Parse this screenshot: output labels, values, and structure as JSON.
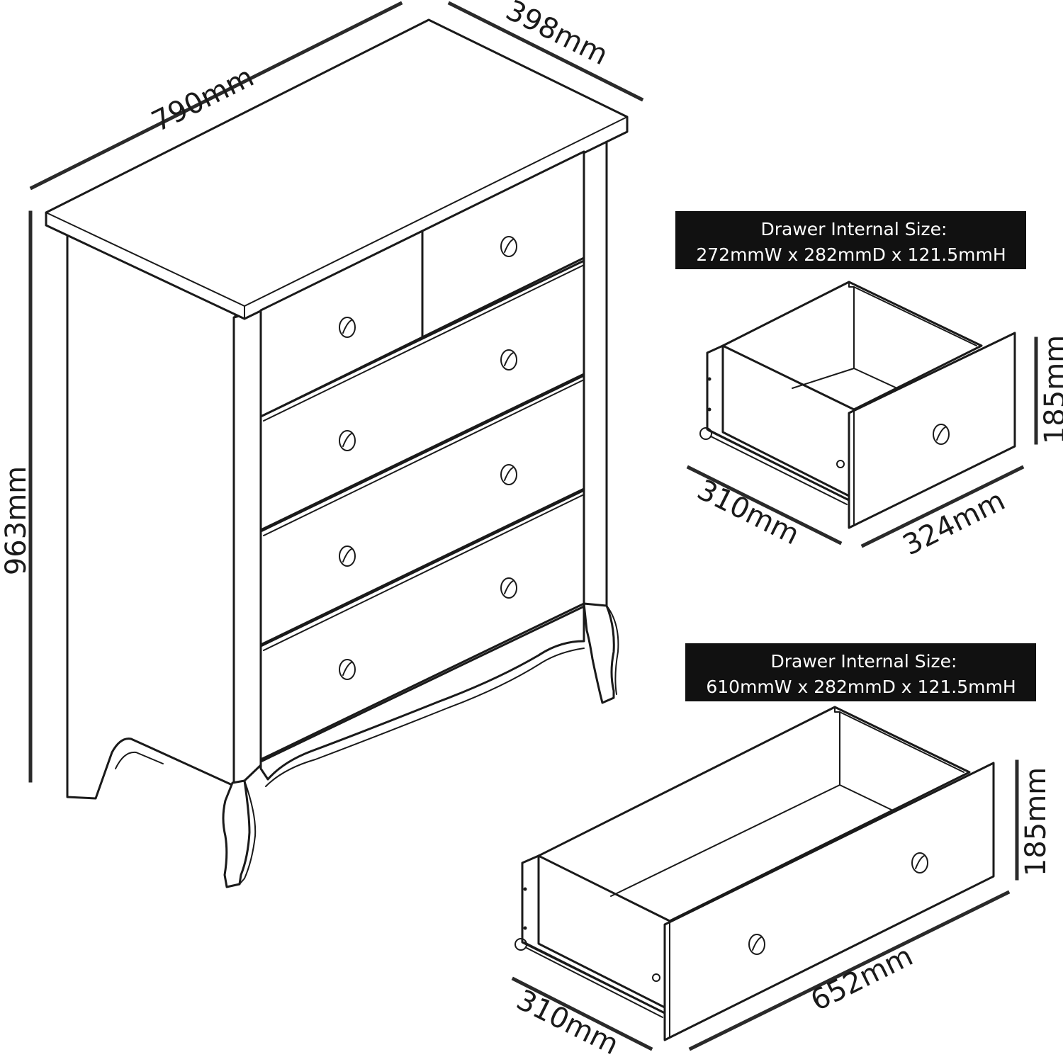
{
  "chest": {
    "width": "790mm",
    "depth": "398mm",
    "height": "963mm"
  },
  "small_drawer": {
    "caption_line1": "Drawer Internal Size:",
    "caption_line2": "272mmW x 282mmD x 121.5mmH",
    "height": "185mm",
    "depth": "310mm",
    "width": "324mm"
  },
  "large_drawer": {
    "caption_line1": "Drawer Internal Size:",
    "caption_line2": "610mmW x 282mmD x 121.5mmH",
    "height": "185mm",
    "depth": "310mm",
    "width": "652mm"
  },
  "colors": {
    "line": "#1a1a1a",
    "caption_bg": "#111111",
    "caption_text": "#ffffff",
    "background": "#ffffff"
  }
}
